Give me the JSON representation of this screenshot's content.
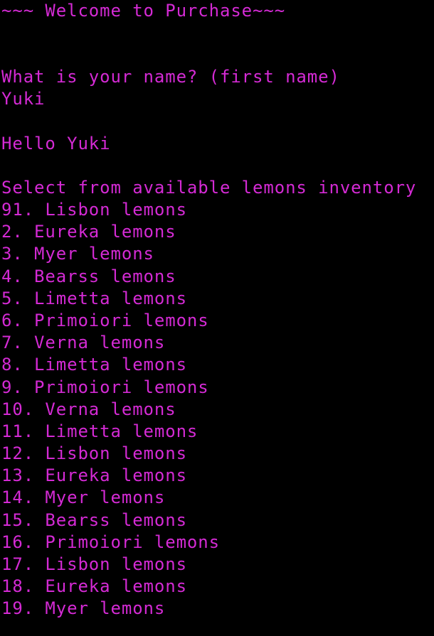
{
  "colors": {
    "background": "#000000",
    "text": "#d42ad4"
  },
  "banner": "~~~ Welcome to Purchase~~~",
  "prompt": "What is your name? (first name)",
  "name_input": "Yuki",
  "greeting": "Hello Yuki",
  "menu_header": "Select from available lemons inventory",
  "menu_items": [
    "91. Lisbon lemons",
    "2. Eureka lemons",
    "3. Myer lemons",
    "4. Bearss lemons",
    "5. Limetta lemons",
    "6. Primoiori lemons",
    "7. Verna lemons",
    "8. Limetta lemons",
    "9. Primoiori lemons",
    "10. Verna lemons",
    "11. Limetta lemons",
    "12. Lisbon lemons",
    "13. Eureka lemons",
    "14. Myer lemons",
    "15. Bearss lemons",
    "16. Primoiori lemons",
    "17. Lisbon lemons",
    "18. Eureka lemons",
    "19. Myer lemons"
  ]
}
